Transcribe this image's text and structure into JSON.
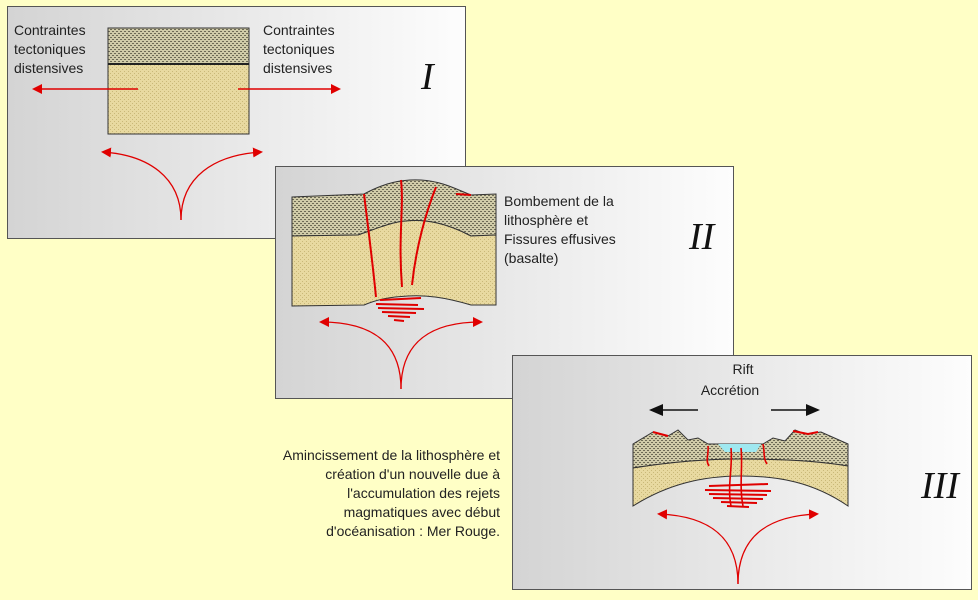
{
  "panel1": {
    "numeral": "I",
    "left_label": [
      "Contraintes",
      "tectoniques",
      "distensives"
    ],
    "right_label": [
      "Contraintes",
      "tectoniques",
      "distensives"
    ]
  },
  "panel2": {
    "numeral": "II",
    "label": [
      "Bombement de la",
      "lithosphère et",
      "Fissures effusives",
      "(basalte)"
    ]
  },
  "panel3": {
    "numeral": "III",
    "label": [
      "Rift",
      "Accrétion"
    ]
  },
  "caption": [
    "Amincissement de la lithosphère et",
    "création d'un nouvelle due à",
    "l'accumulation des rejets",
    "magmatiques avec début",
    "d'océanisation : Mer Rouge."
  ],
  "colors": {
    "background": "#FFFFC6",
    "lithosphere_fill": "#E8D9A0",
    "hatch_fill": "#C8C4A0",
    "magma_red": "#E00000",
    "sea_blue": "#9FE8F0"
  }
}
